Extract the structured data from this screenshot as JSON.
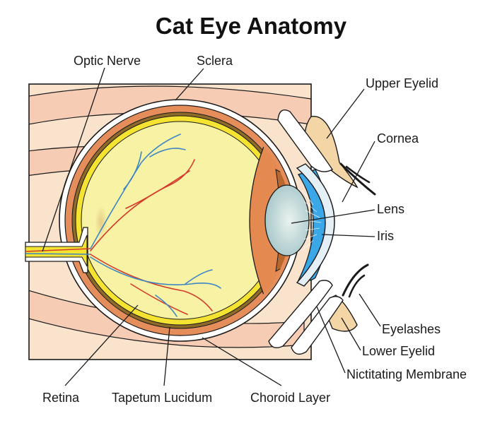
{
  "title": "Cat Eye Anatomy",
  "labels": {
    "optic_nerve": "Optic Nerve",
    "sclera": "Sclera",
    "upper_eyelid": "Upper Eyelid",
    "cornea": "Cornea",
    "lens": "Lens",
    "iris": "Iris",
    "eyelashes": "Eyelashes",
    "lower_eyelid": "Lower Eyelid",
    "nictitating_membrane": "Nictitating Membrane",
    "retina": "Retina",
    "tapetum_lucidum": "Tapetum Lucidum",
    "choroid_layer": "Choroid Layer"
  },
  "colors": {
    "skin": "#f9e3cc",
    "skin_fold": "#f6ccb5",
    "outline": "#1a1a1a",
    "sclera": "#ffffff",
    "choroid": "#e58e5c",
    "tapetum": "#8e6a2a",
    "retina": "#f5e331",
    "vitreous": "#f8f2a5",
    "ciliary_body": "#e4894f",
    "iris": "#3aa7e8",
    "lens": "#c5dcdc",
    "eyelid": "#f4d6a6",
    "cornea": "#e4f0f6",
    "artery": "#d43a2a",
    "vein": "#3c86c4"
  }
}
